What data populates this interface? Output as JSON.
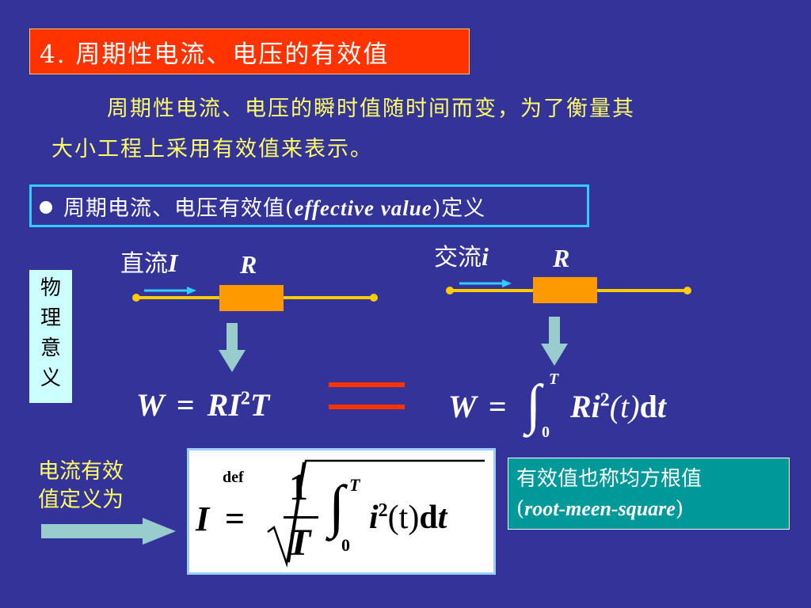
{
  "title": "4.  周期性电流、电压的有效值",
  "intro": {
    "line1": "周期性电流、电压的瞬时值随时间而变，为了衡量其",
    "line2": "大小工程上采用有效值来表示。"
  },
  "definition": {
    "prefix": "周期电流、电压有效值(",
    "en": "effective value",
    "suffix": ")定义"
  },
  "dc": {
    "label": "直流",
    "symbol": "I",
    "resistor": "R"
  },
  "ac": {
    "label": "交流",
    "symbol": "i",
    "resistor": "R"
  },
  "physical_meaning": [
    "物",
    "理",
    "意",
    "义"
  ],
  "formula_dc": {
    "W": "W",
    "eq": "=",
    "R": "R",
    "I": "I",
    "exp": "2",
    "T": "T"
  },
  "formula_ac": {
    "W": "W",
    "eq": "=",
    "upper": "T",
    "lower": "0",
    "R": "Ri",
    "exp": "2",
    "t_arg": "(t)",
    "d": "d",
    "t": "t"
  },
  "left_note": {
    "line1": "电流有效",
    "line2": "值定义为"
  },
  "def_formula": {
    "def": "def",
    "I": "I",
    "eq": "=",
    "num": "1",
    "den": "T",
    "upper": "T",
    "lower": "0",
    "i": "i",
    "exp": "2",
    "t_arg": "(t)",
    "d": "d",
    "t": "t"
  },
  "rms": {
    "line1": "有效值也称均方根值",
    "open": "(",
    "en": "root-meen-square",
    "close": ")"
  },
  "colors": {
    "background": "#333399",
    "title_bg": "#ff3300",
    "wire": "#ffcc00",
    "resistor": "#ff9900",
    "highlight_text": "#ffff66",
    "rms_bg": "#009999"
  }
}
